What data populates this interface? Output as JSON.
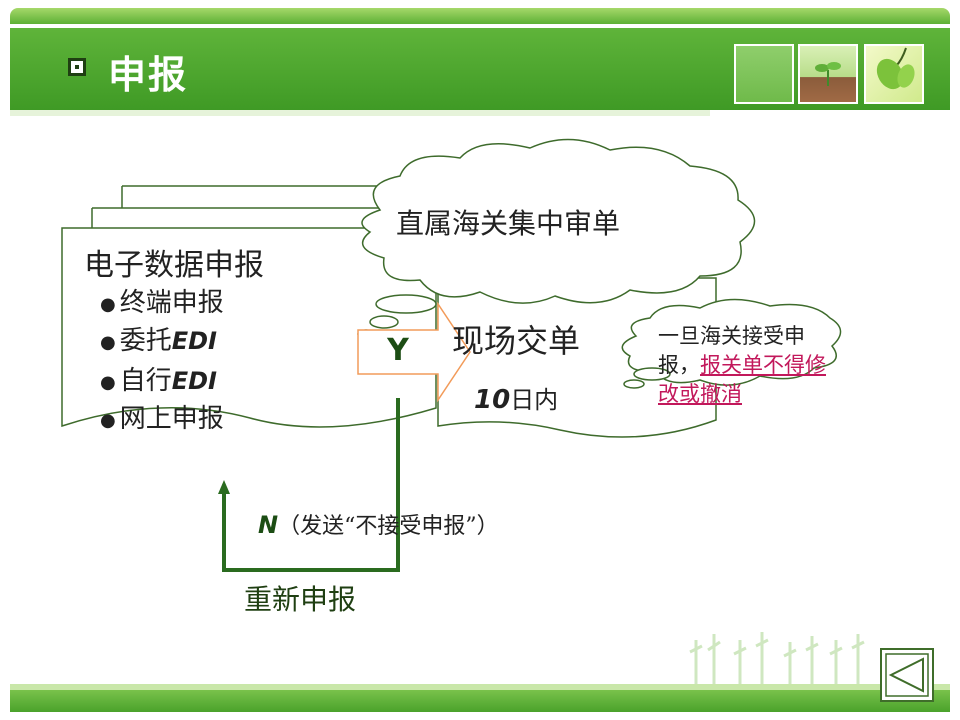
{
  "header": {
    "title": "申报"
  },
  "left_doc": {
    "title": "电子数据申报",
    "bullets": [
      {
        "cn": "终端申报",
        "latin": ""
      },
      {
        "cn": "委托",
        "latin": "EDI"
      },
      {
        "cn": "自行",
        "latin": "EDI"
      },
      {
        "cn": "网上申报",
        "latin": ""
      }
    ]
  },
  "cloud_review": {
    "text": "直属海关集中审单"
  },
  "arrow_yes": {
    "label": "Y"
  },
  "onsite": {
    "title": "现场交单",
    "days_number": "10",
    "days_suffix": "日内"
  },
  "note": {
    "plain": "一旦海关接受申报，",
    "highlight": "报关单不得修改或撤消"
  },
  "reject": {
    "letter": "N",
    "text": "（发送“不接受申报”）",
    "resubmit": "重新申报"
  },
  "colors": {
    "header_green": "#4aa52c",
    "line_green": "#2a6b1f",
    "arrow_orange": "#f29b5a",
    "highlight": "#c2185b"
  }
}
